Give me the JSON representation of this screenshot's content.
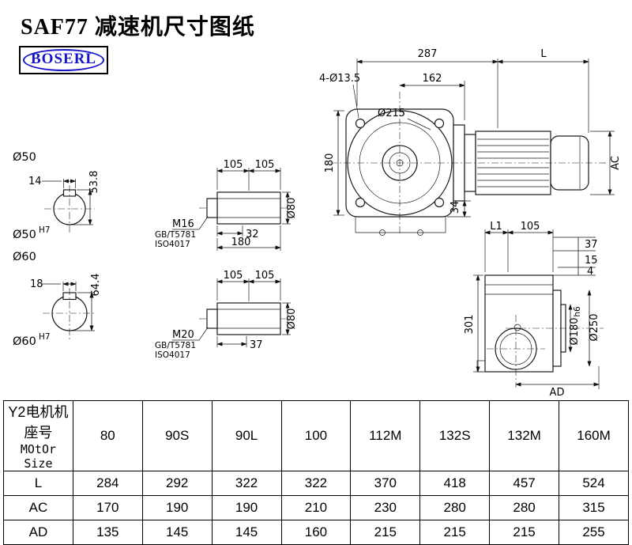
{
  "page": {
    "title": "SAF77 减速机尺寸图纸",
    "logo_text": "BOSERL"
  },
  "drawings": {
    "hole1": {
      "dia": "Ø50",
      "key_width": "14",
      "key_height": "53.8",
      "bore": "Ø50",
      "bore_tol": "H7"
    },
    "hole2": {
      "dia": "Ø60",
      "key_width": "18",
      "key_height": "64.4",
      "bore": "Ø60",
      "bore_tol": "H7"
    },
    "shaft1": {
      "dim_a": "105",
      "dim_b": "105",
      "thread": "M16",
      "std1": "GB/T5781",
      "std2": "ISO4017",
      "key_len": "32",
      "total_len": "180",
      "dia": "Ø80"
    },
    "shaft2": {
      "dim_a": "105",
      "dim_b": "105",
      "thread": "M20",
      "std1": "GB/T5781",
      "std2": "ISO4017",
      "key_len": "37",
      "dia": "Ø80"
    },
    "front_view": {
      "dim_287": "287",
      "dim_L": "L",
      "bolt_holes": "4-Ø13.5",
      "dim_162": "162",
      "flange_dia": "Ø215",
      "dim_180": "180",
      "dim_34": "34",
      "dim_AC": "AC"
    },
    "side_view": {
      "dim_L1": "L1",
      "dim_105": "105",
      "dim_37": "37",
      "dim_15": "15",
      "dim_4": "4",
      "dim_301": "301",
      "dia_180": "Ø180",
      "dia_180_tol": "h6",
      "dia_250": "Ø250",
      "dim_AD": "AD"
    }
  },
  "table": {
    "row_header_line1": "Y2电机机座号",
    "row_header_line2": "MOtOr Size",
    "sizes": [
      "80",
      "90S",
      "90L",
      "100",
      "112M",
      "132S",
      "132M",
      "160M"
    ],
    "rows": [
      {
        "label": "L",
        "values": [
          "284",
          "292",
          "322",
          "322",
          "370",
          "418",
          "457",
          "524"
        ]
      },
      {
        "label": "AC",
        "values": [
          "170",
          "190",
          "190",
          "210",
          "230",
          "280",
          "280",
          "315"
        ]
      },
      {
        "label": "AD",
        "values": [
          "135",
          "145",
          "145",
          "160",
          "215",
          "215",
          "215",
          "255"
        ]
      }
    ]
  }
}
